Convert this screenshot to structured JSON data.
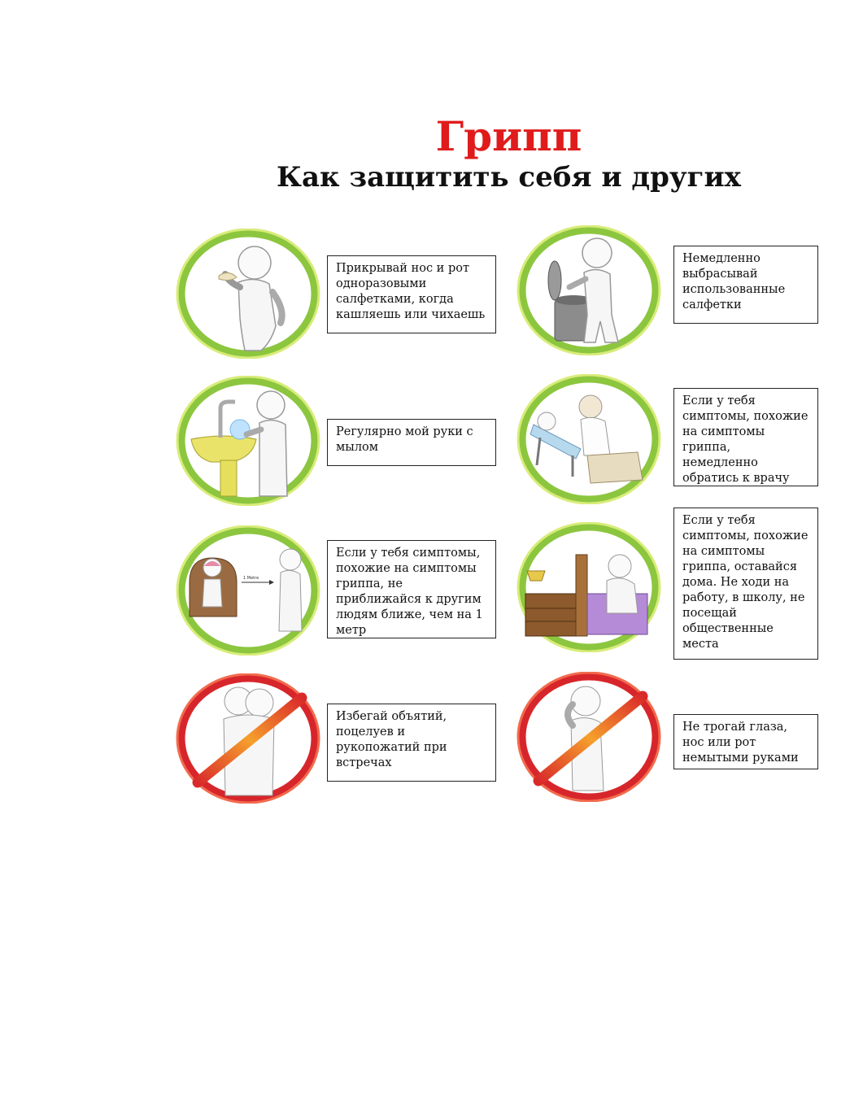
{
  "title": "Грипп",
  "subtitle": "Как защитить себя и других",
  "items": [
    {
      "text": "Прикрывай нос и рот одноразовыми салфетками, когда кашляешь или чихаешь"
    },
    {
      "text": "Немедленно выбрасывай использованные салфетки"
    },
    {
      "text": "Регулярно мой руки с мылом"
    },
    {
      "text": "Если у тебя симптомы, похожие на симптомы гриппа, немедленно обратись к врачу"
    },
    {
      "text": "Если у тебя симптомы, похожие на симптомы гриппа, не приближайся к другим людям ближе, чем на 1 метр"
    },
    {
      "text": "Если у тебя симптомы, похожие на симптомы гриппа, оставайся дома. Не ходи на работу, в школу, не посещай общественные места"
    },
    {
      "text": "Избегай объятий, поцелуев и рукопожатий при встречах"
    },
    {
      "text": "Не трогай глаза, нос или рот немытыми руками"
    }
  ],
  "distance_label": "1 Metre",
  "colors": {
    "title": "#e01b1b",
    "allowed_ring": "#8cc63f",
    "forbidden_ring": "#d7262b"
  }
}
